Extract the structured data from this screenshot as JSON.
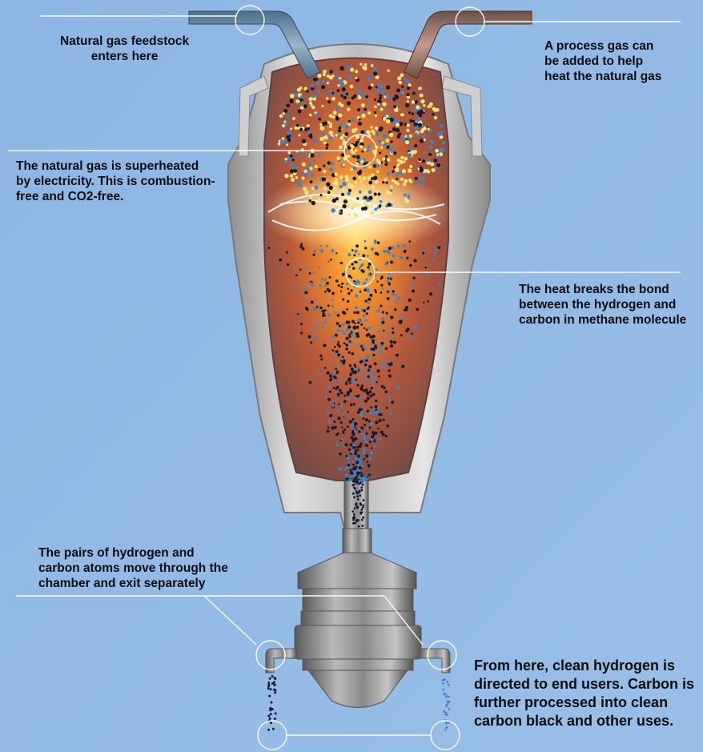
{
  "labels": {
    "feedstock": "Natural gas feedstock\nenters here",
    "process_gas": "A process gas can\nbe added to help\nheat the natural gas",
    "superheated": "The natural gas is superheated\nby electricity. This is combustion-\nfree and CO2-free.",
    "heat_breaks": "The heat breaks the bond\nbetween the hydrogen and\ncarbon in methane molecule",
    "pairs": "The pairs of hydrogen and\ncarbon atoms move through the\nchamber and exit separately",
    "from_here": "From here, clean hydrogen is\ndirected to end users. Carbon is\nfurther processed into clean\ncarbon black and other uses."
  },
  "colors": {
    "background": "#8fb7e3",
    "callout_line": "#ffffff",
    "reactor_hot": "#e8652a",
    "reactor_shell": "#c9c9c9",
    "hydrogen_particle": "#3a86c8",
    "carbon_particle": "#1a1a2e",
    "spark": "#f4e27a"
  },
  "icons": [
    "reactor-vessel",
    "separator-unit",
    "electric-arc",
    "particle-stream"
  ]
}
